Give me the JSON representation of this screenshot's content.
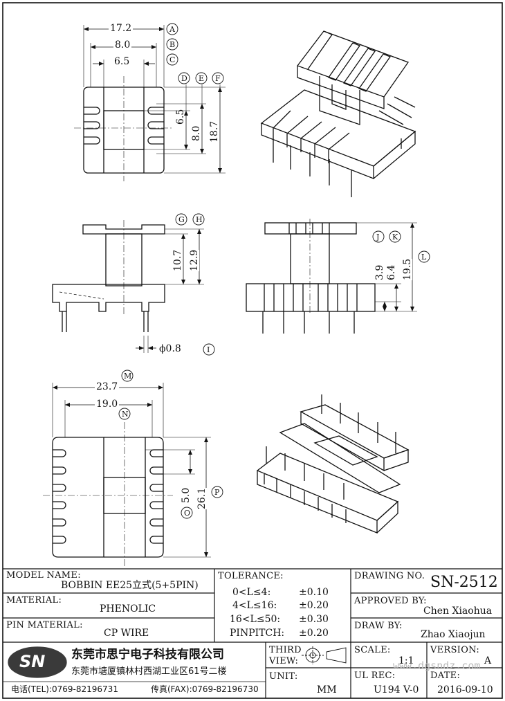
{
  "dimensions": {
    "top_view": {
      "a": "17.2",
      "b": "8.0",
      "c": "6.5",
      "d": "6.5",
      "e": "8.0",
      "f": "18.7",
      "tags": [
        "A",
        "B",
        "C",
        "D",
        "E",
        "F"
      ]
    },
    "side_view": {
      "g": "10.7",
      "h": "12.9",
      "pin_dia": "ϕ0.8",
      "tags": [
        "G",
        "H",
        "I"
      ]
    },
    "front_view": {
      "j": "3.9",
      "k": "6.4",
      "l": "19.5",
      "tags": [
        "J",
        "K",
        "L"
      ]
    },
    "bottom_view": {
      "m": "23.7",
      "n": "19.0",
      "o": "5.0",
      "p": "26.1",
      "tags": [
        "M",
        "N",
        "O",
        "P"
      ]
    }
  },
  "title_block": {
    "model_name_label": "MODEL NAME:",
    "model_name": "BOBBIN EE25立式(5+5PIN)",
    "material_label": "MATERIAL:",
    "material": "PHENOLIC",
    "pin_material_label": "PIN MATERIAL:",
    "pin_material": "CP WIRE",
    "tolerance_label": "TOLERANCE:",
    "tolerances": [
      {
        "range": "0<L≤4:",
        "value": "±0.10"
      },
      {
        "range": "4<L≤16:",
        "value": "±0.20"
      },
      {
        "range": "16<L≤50:",
        "value": "±0.30"
      },
      {
        "range": "PINPITCH:",
        "value": "±0.20"
      }
    ],
    "third_view_label_1": "THIRD",
    "third_view_label_2": "VIEW:",
    "unit_label": "UNIT:",
    "unit": "MM",
    "drawing_no_label": "DRAWING NO.",
    "drawing_no": "SN-2512",
    "approved_label": "APPROVED BY:",
    "approved_by": "Chen  Xiaohua",
    "draw_label": "DRAW BY:",
    "draw_by": "Zhao  Xiaojun",
    "scale_label": "SCALE:",
    "scale": "1:1",
    "version_label": "VERSION:",
    "version": "A",
    "ul_label": "UL REC:",
    "ul": "U194 V-0",
    "date_label": "DATE:",
    "date": "2016-09-10"
  },
  "company": {
    "logo": "SN",
    "name": "东莞市思宁电子科技有限公司",
    "address": "东莞市塘厦镇林村西湖工业区61号二楼",
    "tel": "电话(TEL):0769-82196731",
    "fax": "传真(FAX):0769-82196730"
  },
  "watermark": "www.dgsndz.com"
}
